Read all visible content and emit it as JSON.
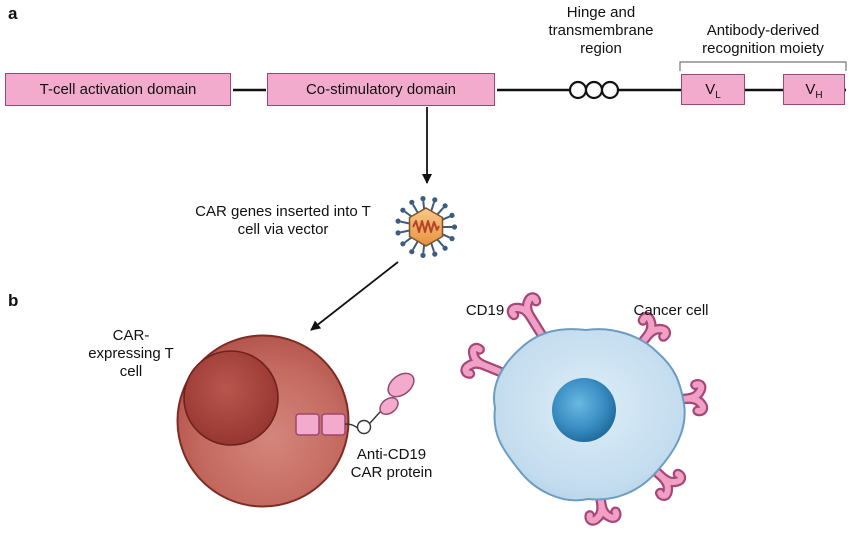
{
  "figure": {
    "panel_a": {
      "label": "a",
      "box_tcell_activation": "T-cell activation domain",
      "box_costimulatory": "Co-stimulatory domain",
      "hinge_region_label": "Hinge and transmembrane region",
      "antibody_moiety_label": "Antibody-derived recognition moiety",
      "vl": {
        "main": "V",
        "sub": "L"
      },
      "vh": {
        "main": "V",
        "sub": "H"
      },
      "vector_caption": "CAR genes inserted into T cell via vector"
    },
    "panel_b": {
      "label": "b",
      "car_t_cell_label": "CAR-expressing T cell",
      "car_protein_label": "Anti-CD19 CAR protein",
      "cd19_label": "CD19",
      "cancer_cell_label": "Cancer cell"
    },
    "colors": {
      "domain_box_fill": "#f3abcd",
      "domain_box_border": "#9c4672",
      "receptor_pink": "#f0a0c4",
      "receptor_outline": "#a84678",
      "t_cell_fill": "#c46a60",
      "t_cell_nucleus": "#9c3b34",
      "cancer_cell_fill": "#c3dcee",
      "cancer_cell_nucleus": "#2e7fb5",
      "vector_core_orange": "#f2a24e",
      "vector_spikes": "#3d5c80",
      "line_black": "#111111"
    }
  }
}
